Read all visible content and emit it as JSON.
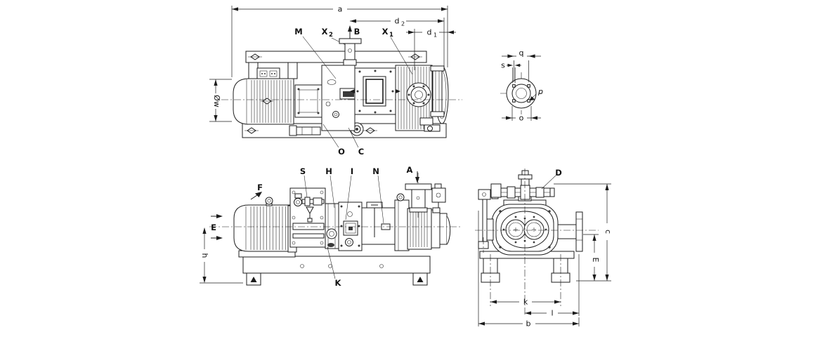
{
  "top_view": {
    "dim_a": "a",
    "dim_d2_base": "d",
    "dim_d2_sub": "2",
    "dim_d1_base": "d",
    "dim_d1_sub": "1",
    "dim_w": "Øw",
    "label_m": "M",
    "label_x2_base": "X",
    "label_x2_sub": "2",
    "label_b": "B",
    "label_x1_base": "X",
    "label_x1_sub": "1",
    "label_o": "O",
    "label_c": "C"
  },
  "flange_view": {
    "dim_q": "q",
    "dim_s": "s",
    "dim_p": "p",
    "dim_o": "o"
  },
  "side_view": {
    "label_f": "F",
    "label_s": "S",
    "label_h_port": "H",
    "label_i": "I",
    "label_n": "N",
    "label_a": "A",
    "label_e": "E",
    "label_k": "K",
    "dim_h": "h"
  },
  "end_view": {
    "label_d": "D",
    "dim_c": "c",
    "dim_e": "E",
    "dim_k": "k",
    "dim_l": "l",
    "dim_b": "b"
  }
}
